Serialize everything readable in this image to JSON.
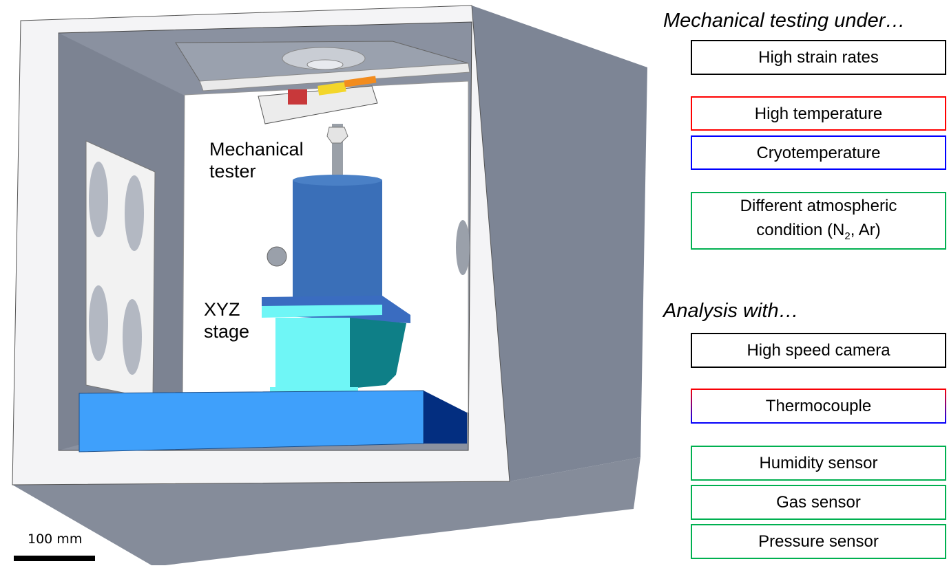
{
  "illustration": {
    "labels": {
      "mechanical_tester": [
        "Mechanical",
        "tester"
      ],
      "xyz_stage": [
        "XYZ",
        "stage"
      ]
    },
    "scale_bar": {
      "label": "100 mm"
    },
    "colors": {
      "chamber_front": "#f4f4f6",
      "chamber_side": "#7d8595",
      "chamber_inner": "#8a91a0",
      "cylinder": "#3a6fb8",
      "stage_light": "#6ff6f6",
      "stage_dark": "#0e7f87",
      "base_front": "#3fa0fb",
      "base_side": "#032e80"
    }
  },
  "testing": {
    "heading": "Mechanical testing under…",
    "items": [
      {
        "label": "High strain rates",
        "border": "#000000"
      },
      {
        "label": "High temperature",
        "border": "#ff0000"
      },
      {
        "label": "Cryotemperature",
        "border": "#0000ff"
      },
      {
        "label_line1": "Different atmospheric",
        "label_line2_pre": "condition (N",
        "label_line2_sub": "2",
        "label_line2_post": ", Ar)",
        "border": "#00b050"
      }
    ]
  },
  "analysis": {
    "heading": "Analysis with…",
    "items": [
      {
        "label": "High speed camera",
        "border": "#000000"
      },
      {
        "label": "Thermocouple",
        "border": "gradient red-blue"
      },
      {
        "label": "Humidity sensor",
        "border": "#00b050"
      },
      {
        "label": "Gas sensor",
        "border": "#00b050"
      },
      {
        "label": "Pressure sensor",
        "border": "#00b050"
      }
    ]
  }
}
